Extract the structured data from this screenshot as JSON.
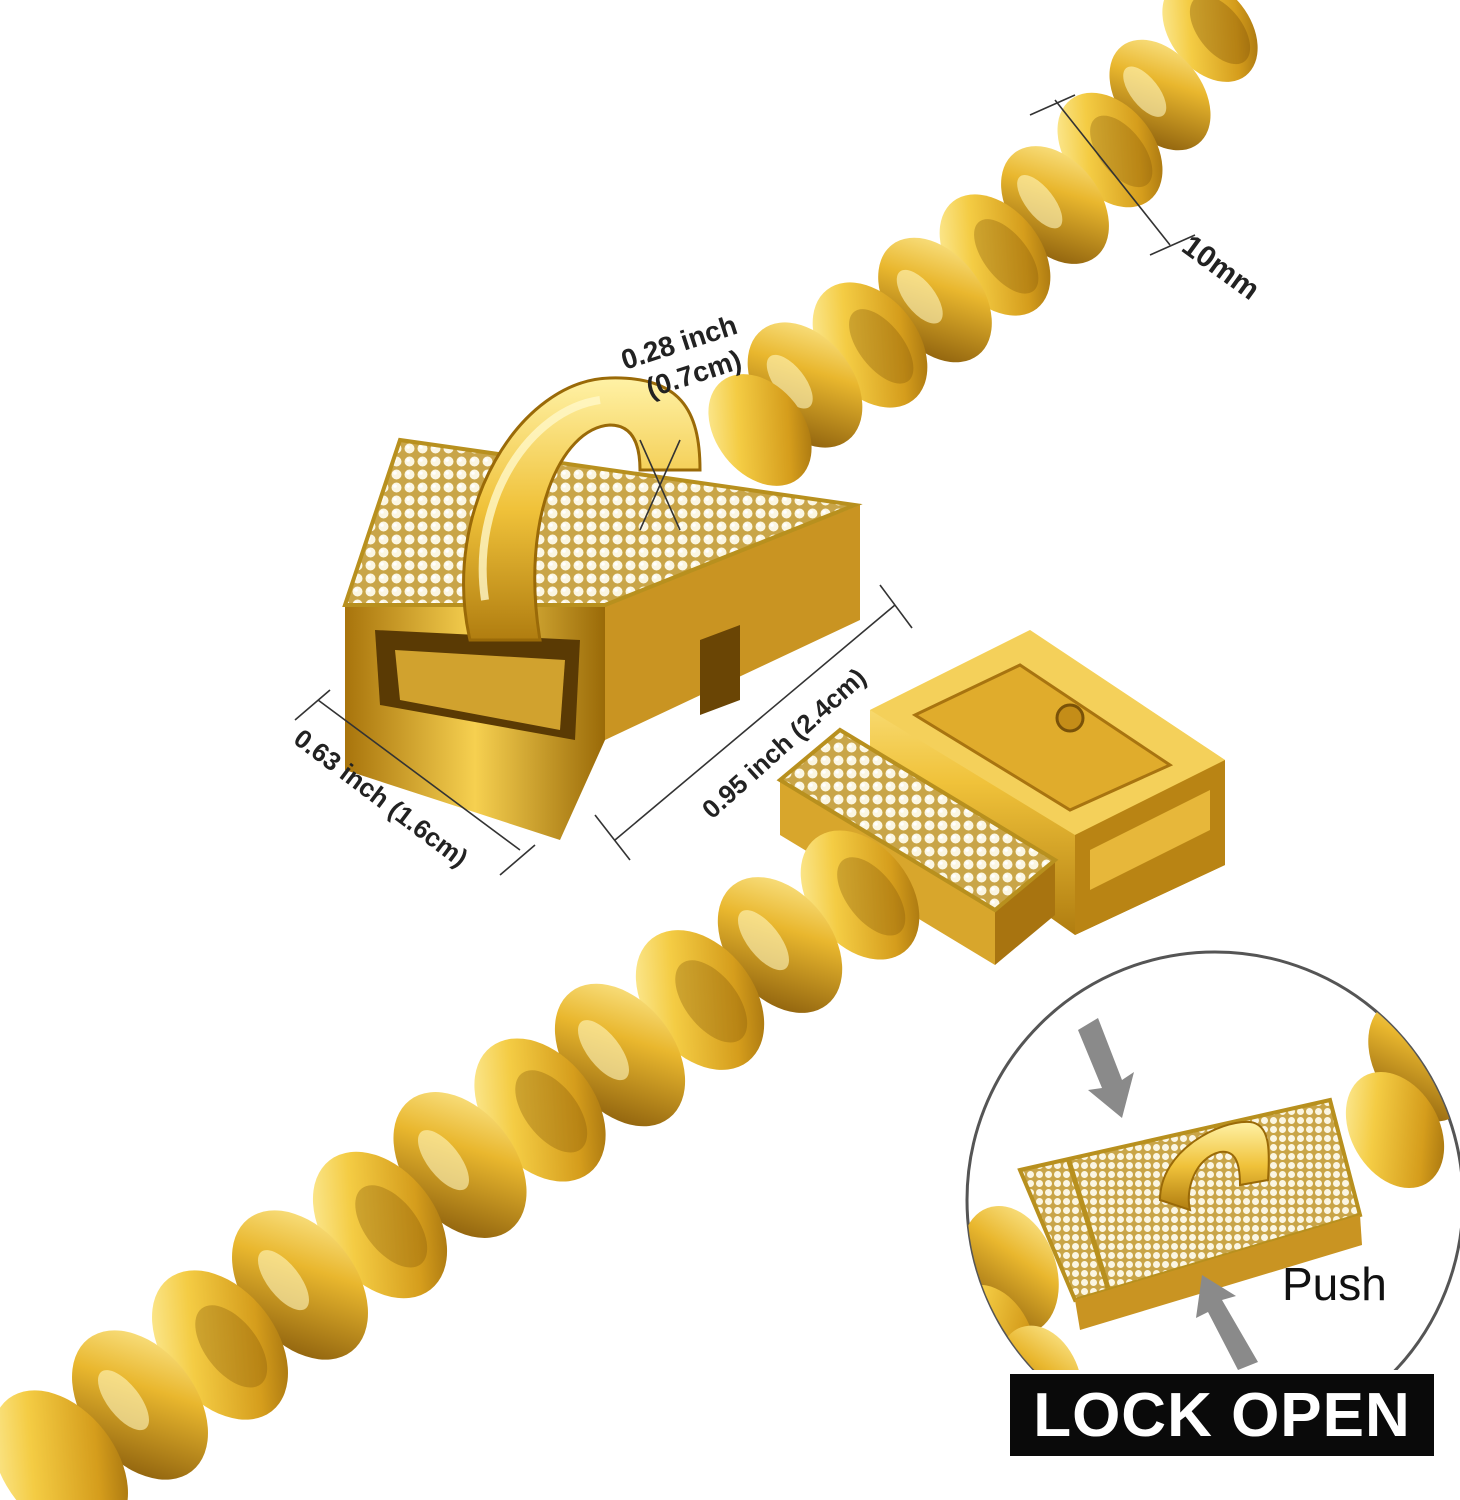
{
  "dimensions": {
    "chain_width": "10mm",
    "hook_thickness_in": "0.28 inch",
    "hook_thickness_cm": "(0.7cm)",
    "buckle_height": "0.63 inch (1.6cm)",
    "buckle_length": "0.95 inch (2.4cm)"
  },
  "inset": {
    "push_label": "Push",
    "lock_label": "LOCK OPEN"
  },
  "colors": {
    "gold_light": "#fff3a8",
    "gold_mid": "#f2c63a",
    "gold_dark": "#b07d10",
    "gold_deep": "#7a5208",
    "stone": "#f6f0d8",
    "arrow": "#8a8a8a",
    "label_bg": "#0a0a0a"
  },
  "icons": [
    "push-arrow-icon",
    "push-arrow-icon"
  ]
}
